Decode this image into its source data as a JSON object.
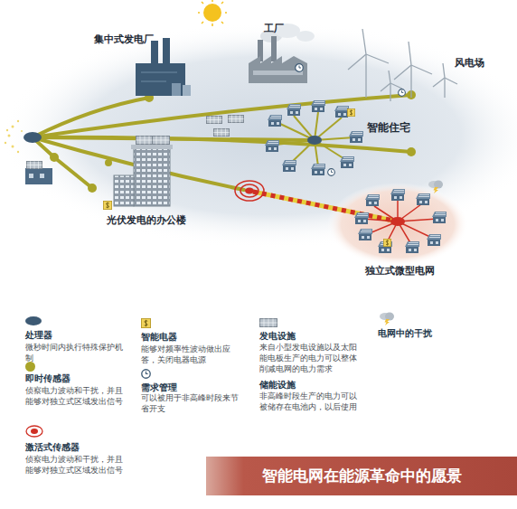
{
  "diagram": {
    "title": "智能电网在能源革命中的愿景",
    "labels": [
      "集中式发电厂",
      "工厂",
      "风电场",
      "智能住宅",
      "光伏发电的办公楼",
      "独立式微型电网",
      "微秒时间内执行特殊保护机制",
      "侦察电力波动和干扰，并且能够对独立式区域发出信号",
      "侦察电力波动和干扰，并且能够对独立式区域发出信号",
      "能够对频率性波动做出应答，关闭电器电源",
      "可以被用于非高峰时段来节省开支",
      "来自小型发电设施以及太阳能电板生产的电力可以整体削减电网的电力需求",
      "非高峰时段生产的电力可以被储存在电池内，以后使用"
    ],
    "legend": [
      {
        "text": "处理器",
        "color": "#3d5a74"
      },
      {
        "text": "即时传感器",
        "color": "#a9a42a"
      },
      {
        "text": "激活式传感器"
      },
      {
        "text": "智能电器"
      },
      {
        "text": "需求管理"
      },
      {
        "text": "发电设施"
      },
      {
        "text": "储能设施"
      },
      {
        "text": "电网中的干扰"
      }
    ]
  }
}
